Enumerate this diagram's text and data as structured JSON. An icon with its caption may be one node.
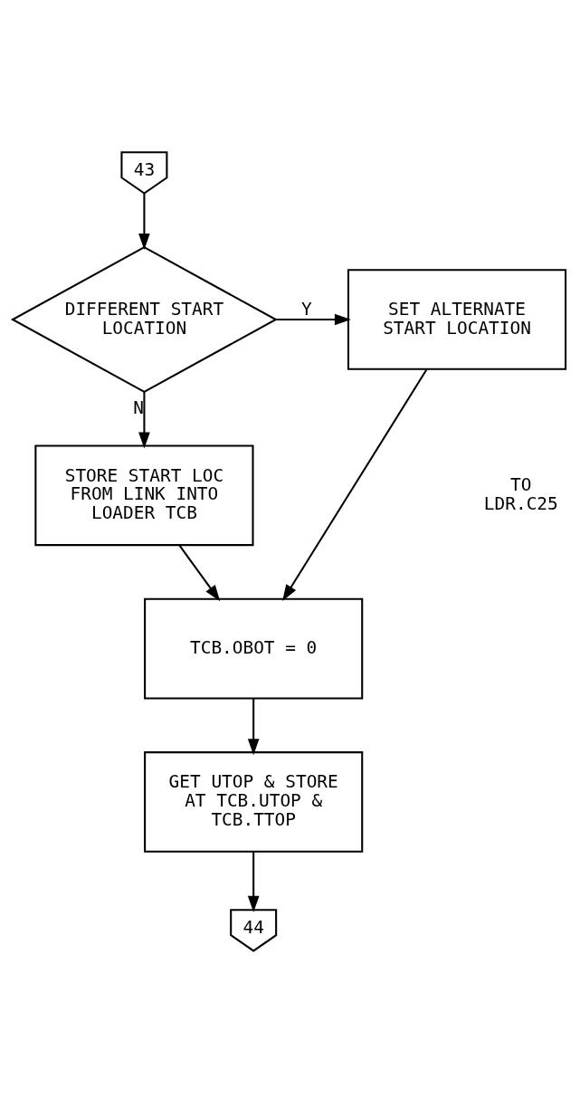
{
  "diagram": {
    "nodes": [
      {
        "text": [
          "43"
        ]
      },
      {
        "text": [
          "DIFFERENT START LOCATION"
        ]
      },
      {
        "text": [
          "SET ALTERNATE START LOCATION"
        ]
      },
      {
        "text": [
          "STORE START LOC FROM LINK INTO LOADER TCB"
        ]
      },
      {
        "text": [
          "TCB.OBOT = 0"
        ]
      },
      {
        "text": [
          "GET UTOP & STORE AT TCB.UTOP & TCB.TTOP"
        ]
      },
      {
        "text": [
          "44"
        ]
      }
    ],
    "edges": [
      {
        "from": 0,
        "to": 1,
        "arrow": "to"
      },
      {
        "from": 1,
        "to": 2,
        "arrow": "to",
        "label": "Y"
      },
      {
        "from": 1,
        "to": 3,
        "arrow": "to",
        "label": "N"
      },
      {
        "from": 2,
        "to": 4,
        "arrow": "to"
      },
      {
        "from": 3,
        "to": 4,
        "arrow": "to"
      },
      {
        "from": 4,
        "to": 5,
        "arrow": "to"
      },
      {
        "from": 5,
        "to": 6,
        "arrow": "to"
      }
    ],
    "labels": [
      "TO LDR.C25"
    ]
  }
}
